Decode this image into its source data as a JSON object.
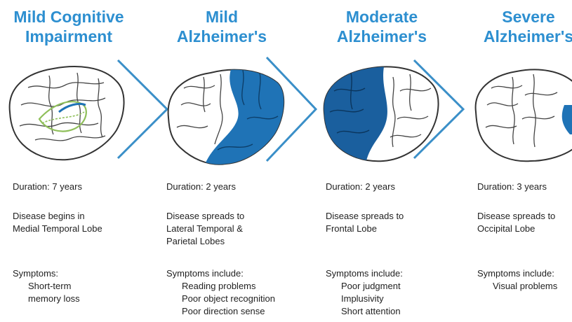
{
  "stages": [
    {
      "title_lines": [
        "Mild Cognitive",
        "Impairment"
      ],
      "duration": "Duration: 7 years",
      "spread_lines": [
        "Disease begins in",
        "Medial Temporal Lobe"
      ],
      "symptoms_label": "Symptoms:",
      "symptoms": [
        "Short-term",
        "memory loss"
      ]
    },
    {
      "title_lines": [
        "Mild",
        "Alzheimer's"
      ],
      "duration": "Duration: 2 years",
      "spread_lines": [
        "Disease spreads to",
        "Lateral Temporal &",
        "Parietal Lobes"
      ],
      "symptoms_label": "Symptoms include:",
      "symptoms": [
        "Reading problems",
        "Poor object recognition",
        "Poor direction sense"
      ]
    },
    {
      "title_lines": [
        "Moderate",
        "Alzheimer's"
      ],
      "duration": "Duration: 2 years",
      "spread_lines": [
        "Disease spreads to",
        "Frontal Lobe"
      ],
      "symptoms_label": "Symptoms include:",
      "symptoms": [
        "Poor judgment",
        "Implusivity",
        "Short attention"
      ]
    },
    {
      "title_lines": [
        "Severe",
        "Alzheimer's"
      ],
      "duration": "Duration: 3 years",
      "spread_lines": [
        "Disease spreads to",
        "Occipital Lobe"
      ],
      "symptoms_label": "Symptoms include:",
      "symptoms": [
        "Visual problems"
      ]
    }
  ],
  "colors": {
    "title": "#2d8fd0",
    "chevron": "#3a8fc8",
    "lobe_mild": "#1f73b6",
    "lobe_moderate": "#1a5f9e",
    "brain_outline": "#333333",
    "text": "#222222"
  },
  "icons": [
    "brain-icon",
    "chevron-right-icon"
  ]
}
